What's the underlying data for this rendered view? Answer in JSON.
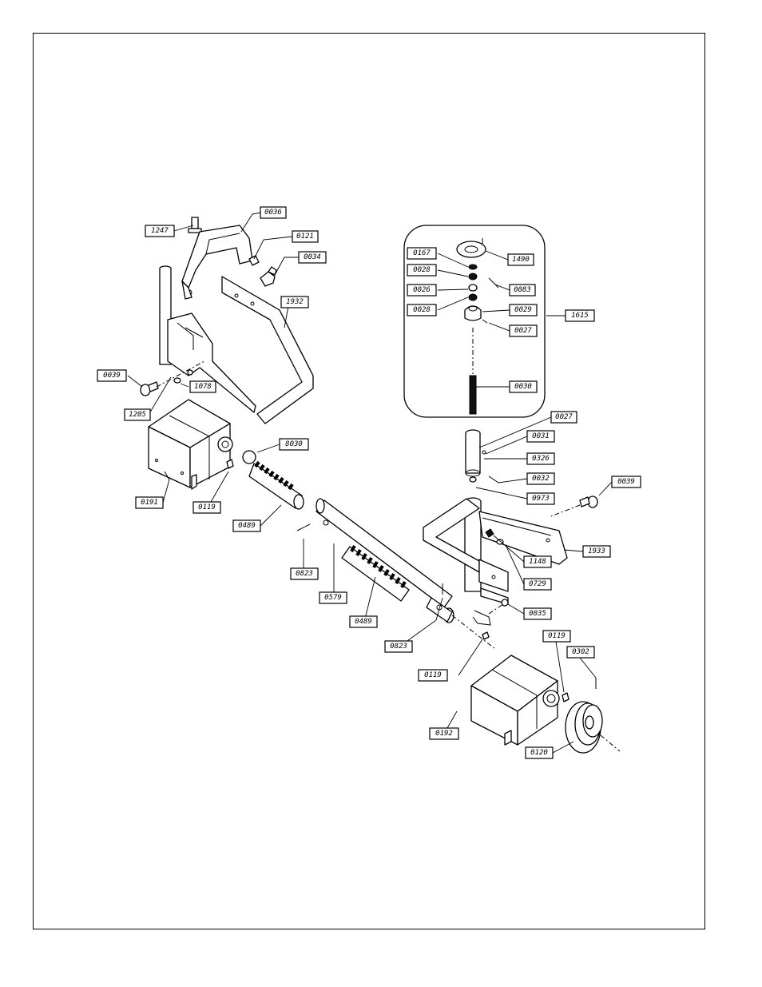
{
  "labels": {
    "l1247": "1247",
    "l0036": "0036",
    "l0121": "0121",
    "l0034": "0034",
    "l1932": "1932",
    "l0039a": "0039",
    "l1078": "1078",
    "l1205": "1205",
    "l8030": "8030",
    "l0191": "0191",
    "l0119a": "0119",
    "l0489a": "0489",
    "l0823a": "0823",
    "l0579": "0579",
    "l0489b": "0489",
    "l0823b": "0823",
    "l0167": "0167",
    "l0028a": "0028",
    "l0026": "0026",
    "l0028b": "0028",
    "l1490": "1490",
    "l0083": "0083",
    "l0029": "0029",
    "l1615": "1615",
    "l0027a": "0027",
    "l0030": "0030",
    "l0027b": "0027",
    "l0031": "0031",
    "l0326": "0326",
    "l0032": "0032",
    "l0973": "0973",
    "l0039b": "0039",
    "l1933": "1933",
    "l1148": "1148",
    "l0729": "0729",
    "l0035": "0035",
    "l0119b": "0119",
    "l0302": "0302",
    "l0119c": "0119",
    "l0192": "0192",
    "l0120": "0120"
  }
}
